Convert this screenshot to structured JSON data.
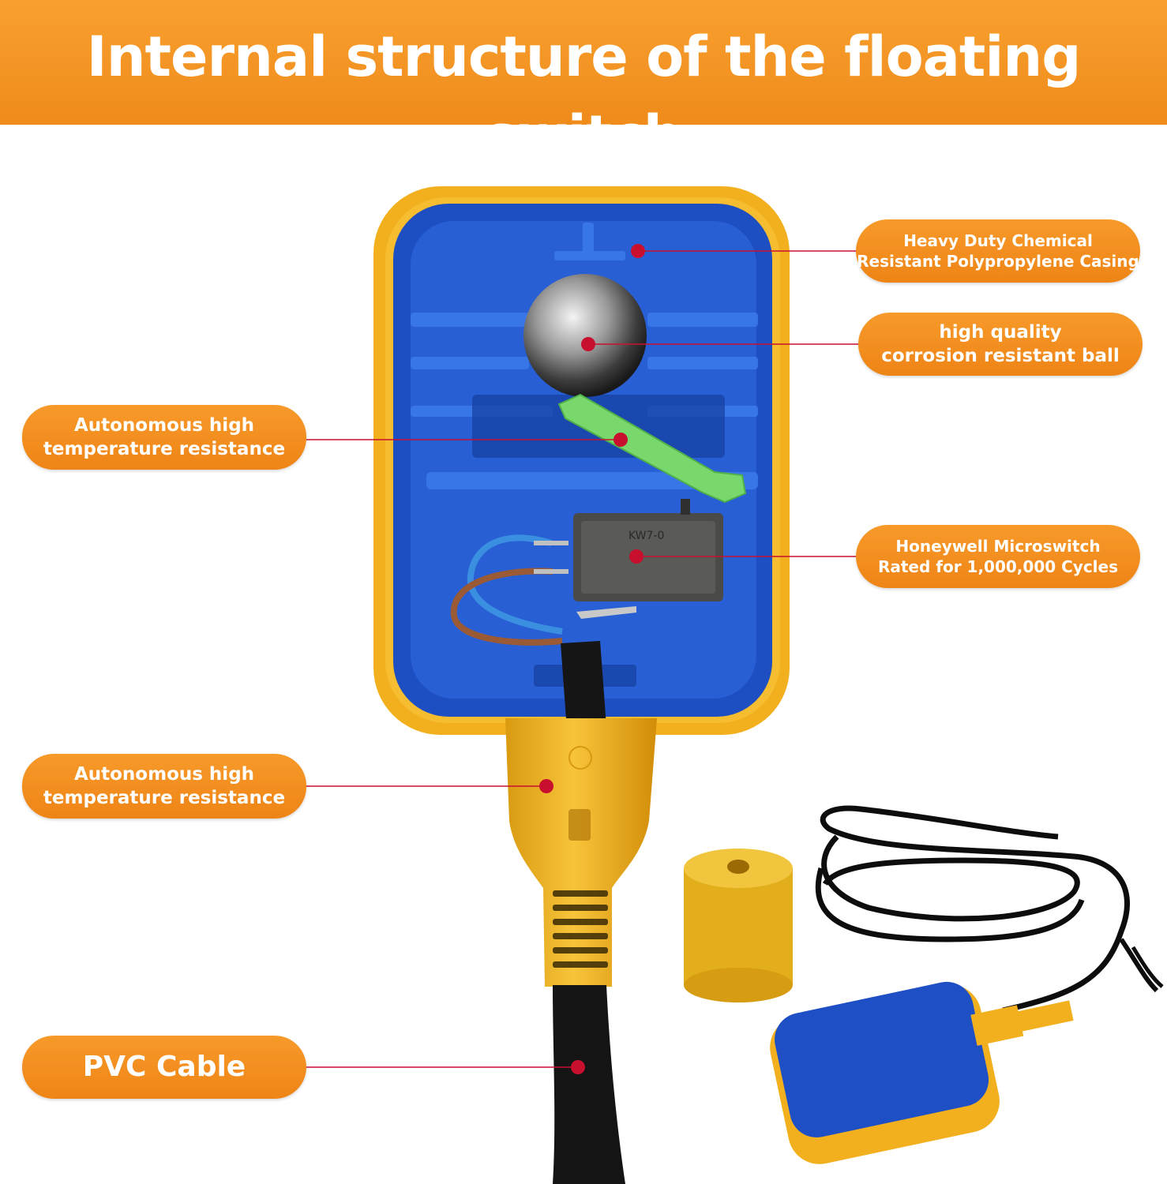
{
  "header": {
    "title": "Internal structure of the floating switch",
    "color": "#f29020"
  },
  "labels": {
    "casing": {
      "line1": "Heavy Duty Chemical",
      "line2": "Resistant Polypropylene Casing"
    },
    "ball": {
      "line1": "high quality",
      "line2": "corrosion resistant ball"
    },
    "lever": {
      "line1": "Autonomous high",
      "line2": "temperature resistance"
    },
    "microswitch": {
      "line1": "Honeywell Microswitch",
      "line2": "Rated for 1,000,000 Cycles"
    },
    "neck": {
      "line1": "Autonomous high",
      "line2": "temperature resistance"
    },
    "cable": {
      "line1": "PVC Cable"
    }
  },
  "switch_print": {
    "model": "KW7-0"
  },
  "colors": {
    "accent_orange": "#f29020",
    "leader_red": "#c8102e",
    "casing_yellow": "#f3b81f",
    "casing_blue": "#2156c9"
  }
}
